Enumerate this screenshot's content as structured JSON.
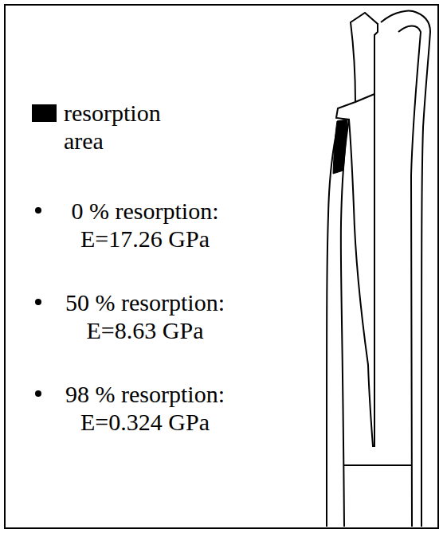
{
  "diagram": {
    "labels": [
      "0 % resorption: E=17.26 GPa",
      "50 % resorption: E=8.63 GPa",
      "98 % resorption: E=0.324 GPa"
    ],
    "legend": [
      {
        "text": "resorption area",
        "color": "#000000"
      }
    ]
  }
}
